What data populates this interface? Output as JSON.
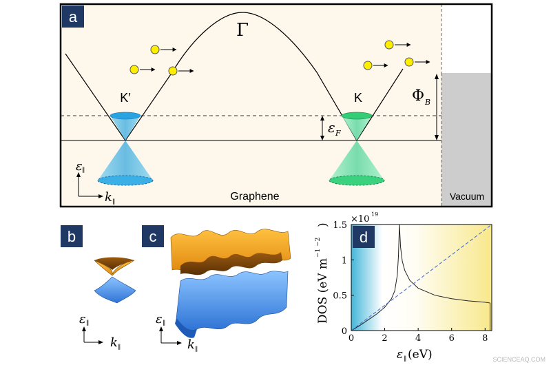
{
  "panel_a": {
    "letter": "a",
    "gamma_label": "Γ",
    "k_prime_label": "K′",
    "k_label": "K",
    "phi_label": "Φ",
    "phi_sub": "B",
    "ef_label": "ε",
    "ef_sub": "F",
    "axis_e": "ε",
    "axis_e_sub": "∥",
    "axis_k": "k",
    "axis_k_sub": "∥",
    "graphene_label": "Graphene",
    "vacuum_label": "Vacuum"
  },
  "panel_b": {
    "letter": "b",
    "axis_e": "ε",
    "axis_e_sub": "∥",
    "axis_k": "k",
    "axis_k_sub": "∥"
  },
  "panel_c": {
    "letter": "c",
    "axis_e": "ε",
    "axis_e_sub": "∥",
    "axis_k": "k",
    "axis_k_sub": "∥"
  },
  "panel_d": {
    "letter": "d",
    "ylabel": "DOS (eV m",
    "ylabel_exp": "−1  −2",
    "ylabel_close": ")",
    "xlabel": "ε",
    "xlabel_sub": "∥",
    "xlabel_unit": " (eV)",
    "y_multiplier": "×10",
    "y_multiplier_exp": "19"
  },
  "chart_data": {
    "type": "line",
    "x_ticks": [
      "0",
      "2",
      "4",
      "6",
      "8"
    ],
    "y_ticks": [
      "0",
      "0.5",
      "1",
      "1.5"
    ],
    "xlim": [
      0,
      8.4
    ],
    "ylim": [
      0,
      1.5
    ],
    "series": [
      {
        "style": "solid",
        "x": [
          0,
          0.5,
          1.0,
          1.5,
          2.0,
          2.4,
          2.6,
          2.75,
          2.82,
          2.88,
          2.95,
          3.05,
          3.2,
          3.5,
          4.0,
          5.0,
          6.0,
          7.0,
          8.0,
          8.3,
          8.3
        ],
        "y": [
          0,
          0.07,
          0.15,
          0.23,
          0.33,
          0.45,
          0.56,
          0.78,
          1.05,
          1.5,
          1.18,
          0.98,
          0.85,
          0.71,
          0.6,
          0.5,
          0.45,
          0.42,
          0.4,
          0.39,
          0
        ]
      },
      {
        "style": "dashed",
        "x": [
          0,
          8.4
        ],
        "y": [
          0,
          1.5
        ]
      }
    ],
    "y_multiplier": "×10^19"
  },
  "watermark": "SCIENCEAQ.COM"
}
